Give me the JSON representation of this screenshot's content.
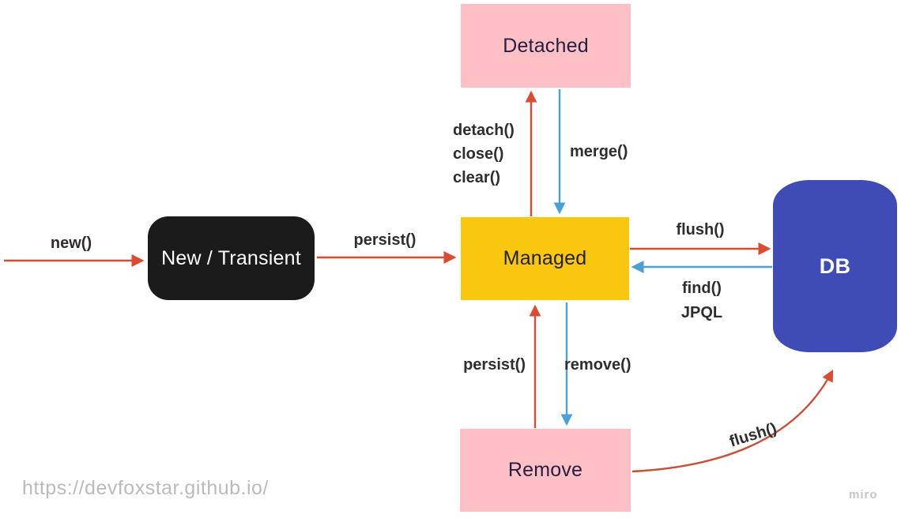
{
  "nodes": {
    "detached": {
      "label": "Detached",
      "fill": "#FFC0C5",
      "text_color": "#232043"
    },
    "new_transient": {
      "label": "New / Transient",
      "fill": "#1B1B1B",
      "text_color": "#FFFFFF"
    },
    "managed": {
      "label": "Managed",
      "fill": "#FAC710",
      "text_color": "#212121"
    },
    "remove": {
      "label": "Remove",
      "fill": "#FFC0C5",
      "text_color": "#232043"
    },
    "db": {
      "label": "DB",
      "fill": "#3F4CB5",
      "text_color": "#FFFFFF"
    }
  },
  "edge_labels": {
    "new": "new()",
    "persist_top": "persist()",
    "detach_lines": [
      "detach()",
      "close()",
      "clear()"
    ],
    "merge": "merge()",
    "flush_top": "flush()",
    "find_lines": [
      "find()",
      "JPQL"
    ],
    "persist_bottom": "persist()",
    "remove": "remove()",
    "flush_curve": "flush()"
  },
  "colors": {
    "red_arrow": "#DA4B2F",
    "blue_arrow": "#4BA0D8"
  },
  "watermarks": {
    "site_url": "https://devfoxstar.github.io/",
    "brand": "miro"
  }
}
